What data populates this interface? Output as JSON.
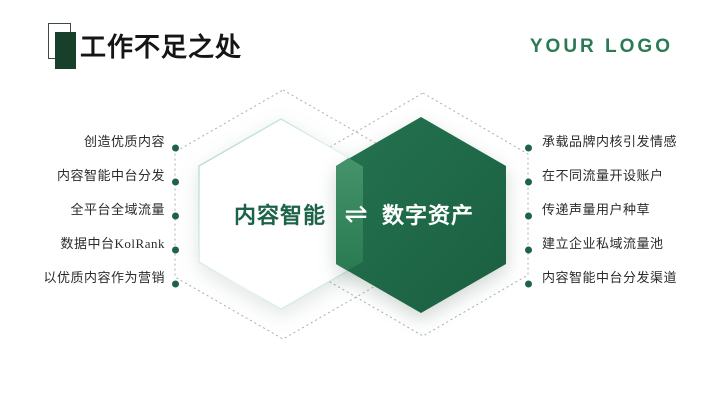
{
  "slide": {
    "title": "工作不足之处",
    "logo": "YOUR LOGO"
  },
  "diagram": {
    "left_hexagon_label": "内容智能",
    "right_hexagon_label": "数字资产",
    "exchange_symbol": "⇌",
    "left_items": [
      "创造优质内容",
      "内容智能中台分发",
      "全平台全域流量",
      "数据中台KolRank",
      "以优质内容作为营销"
    ],
    "right_items": [
      "承载品牌内核引发情感",
      "在不同流量开设账户",
      "传递声量用户种草",
      "建立企业私域流量池",
      "内容智能中台分发渠道"
    ]
  },
  "colors": {
    "primary_green": "#1f6b4a",
    "dark_green_text": "#1d6349",
    "lens_green_light": "#44936a",
    "lens_green_dark": "#2a7a52",
    "logo_green": "#2b7a55",
    "icon_dark_green": "#17402b",
    "dashed_outline": "#a5b2ab",
    "list_text": "#2b2b2b"
  }
}
